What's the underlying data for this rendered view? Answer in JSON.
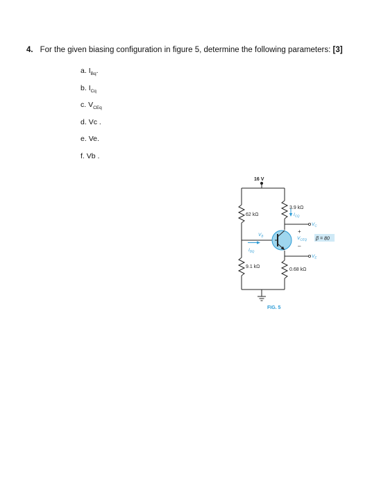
{
  "question": {
    "number": "4.",
    "text": "For the given biasing configuration in figure 5, determine the following parameters:",
    "marks": "[3]"
  },
  "parts": [
    {
      "letter": "a.",
      "main": "I",
      "sub": "Bq",
      "tail": "."
    },
    {
      "letter": "b.",
      "main": "I",
      "sub": "Cq",
      "tail": ""
    },
    {
      "letter": "c.",
      "main": "V",
      "sub": "CEq",
      "tail": ""
    },
    {
      "letter": "d.",
      "main": "Vc",
      "sub": "",
      "tail": " ."
    },
    {
      "letter": "e.",
      "main": "Ve",
      "sub": "",
      "tail": "."
    },
    {
      "letter": "f.",
      "main": "Vb",
      "sub": "",
      "tail": " ."
    }
  ],
  "figure": {
    "supply": "16 V",
    "r1": "62 kΩ",
    "r2": "9.1 kΩ",
    "rc": "3.9 kΩ",
    "re": "0.68 kΩ",
    "beta": "β = 80",
    "labels": {
      "vb": "V",
      "vb_sub": "B",
      "ibq": "I",
      "ibq_sub": "BQ",
      "icq": "I",
      "icq_sub": "CQ",
      "vceq": "V",
      "vceq_sub": "CEQ",
      "vc": "V",
      "vc_sub": "C",
      "ve": "V",
      "ve_sub": "E",
      "plus": "+",
      "minus": "–"
    },
    "caption": "FIG. 5",
    "colors": {
      "accent": "#2b9bd6",
      "transistor_fill": "#9fd6ee",
      "beta_fill": "#cfe9f6"
    }
  }
}
